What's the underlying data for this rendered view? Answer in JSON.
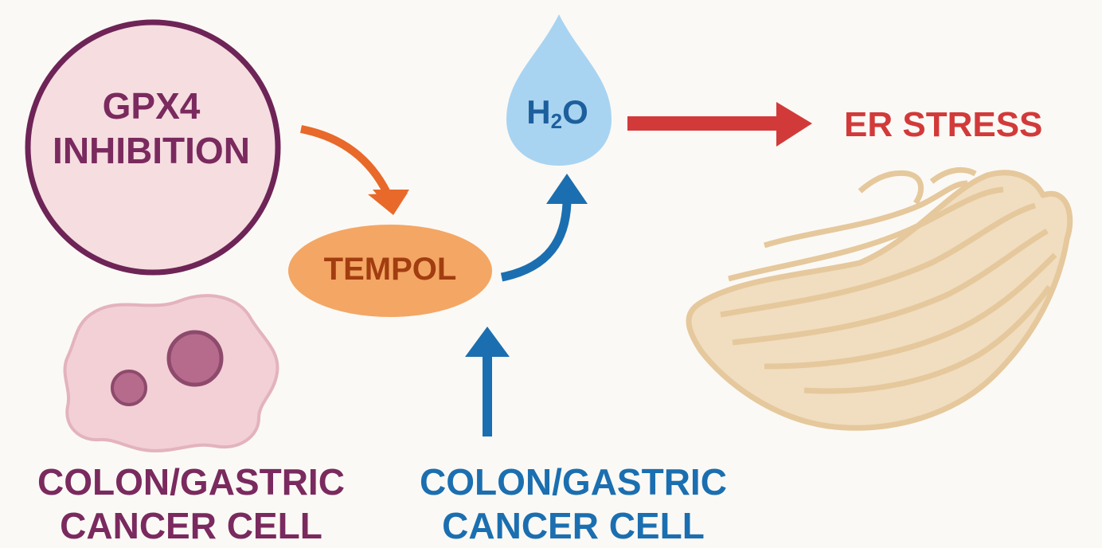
{
  "nodes": {
    "gpx4_line1": "GPX4",
    "gpx4_line2": "INHIBITION",
    "tempol": "TEMPOL",
    "h2o_h": "H",
    "h2o_sub": "2",
    "h2o_o": "O",
    "er_stress": "ER STRESS",
    "left_cell_line1": "COLON/GASTRIC",
    "left_cell_line2": "CANCER CELL",
    "center_cell_line1": "COLON/GASTRIC",
    "center_cell_line2": "CANCER CELL"
  },
  "colors": {
    "background": "#fbf9f5",
    "gpx4_fill": "#f5dde0",
    "gpx4_stroke": "#6e2457",
    "gpx4_text": "#7a2a5e",
    "tempol_fill": "#f4a664",
    "tempol_text": "#a23d10",
    "orange_arrow": "#e8692a",
    "blue_arrow": "#1b6fb0",
    "red_arrow": "#d23a3a",
    "water_fill": "#a8d4f2",
    "er_fill": "#f1ddbf",
    "er_stroke": "#e5c89c",
    "cell_fill": "#f2d0d6",
    "cell_stroke": "#e3b3bd",
    "nucleus_fill": "#b66b8d"
  },
  "icons": {
    "droplet": "water-droplet-icon",
    "cell": "cancer-cell-icon",
    "er": "endoplasmic-reticulum-icon"
  }
}
